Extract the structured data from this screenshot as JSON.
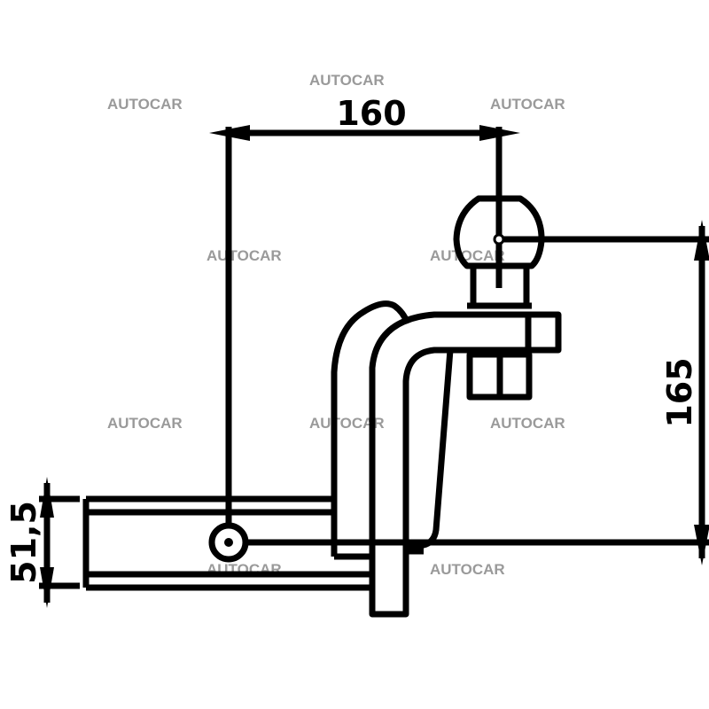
{
  "watermark": "AUTOCAR",
  "dimensions": {
    "width_label": "160",
    "height_label": "165",
    "tube_label": "51,5"
  },
  "colors": {
    "line": "#000000",
    "watermark": "#9a9a9a"
  }
}
